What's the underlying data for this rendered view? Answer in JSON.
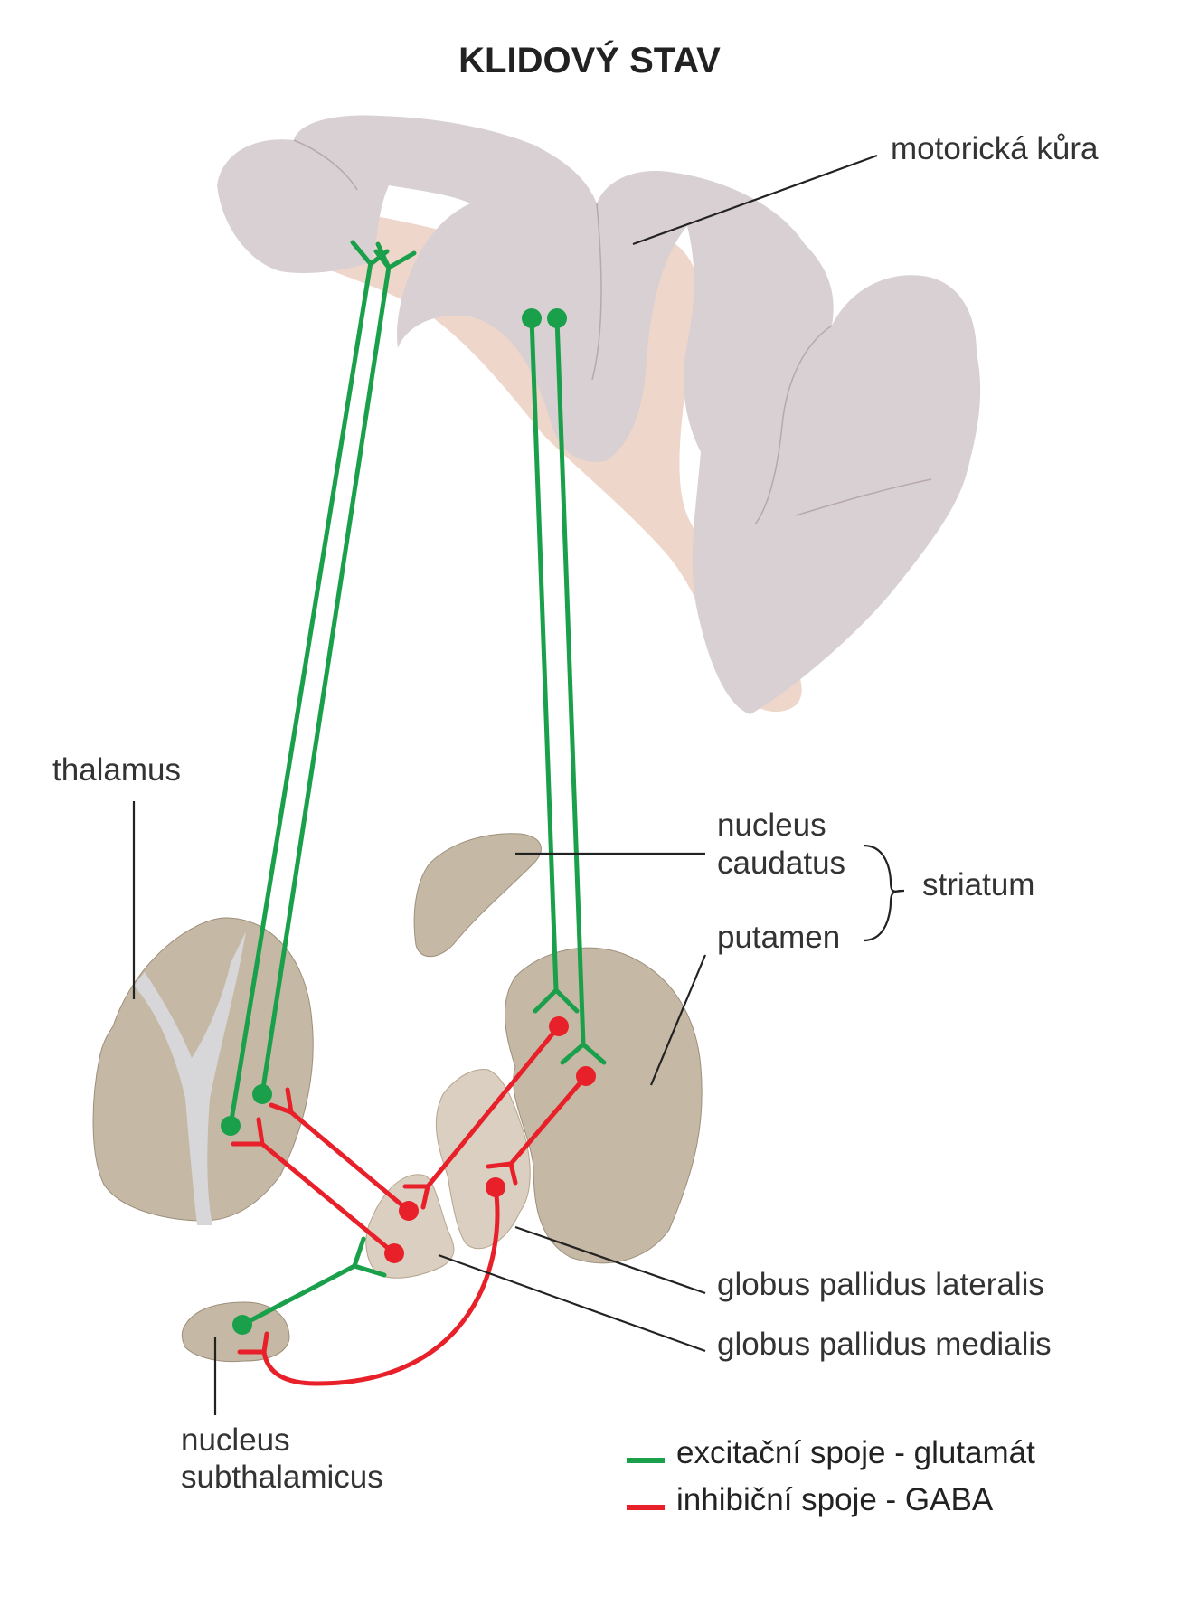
{
  "title": "KLIDOVÝ STAV",
  "labels": {
    "motor_cortex": "motorická kůra",
    "thalamus": "thalamus",
    "nucleus_caudatus_line1": "nucleus",
    "nucleus_caudatus_line2": "caudatus",
    "striatum": "striatum",
    "putamen": "putamen",
    "gp_lateralis": "globus pallidus lateralis",
    "gp_medialis": "globus pallidus medialis",
    "stn_line1": "nucleus",
    "stn_line2": "subthalamicus"
  },
  "legend": [
    {
      "label": "excitační spoje - glutamát",
      "color": "#1aa04a"
    },
    {
      "label": "inhibiční spoje - GABA",
      "color": "#e8202a"
    }
  ],
  "colors": {
    "cortex": "#d9d0d3",
    "white_matter": "#efd6cb",
    "nucleus": "#c5b8a4",
    "pallidus": "#dacfc0",
    "capsule": "#d7d7d9",
    "excitatory": "#1aa04a",
    "inhibitory": "#e8202a"
  }
}
